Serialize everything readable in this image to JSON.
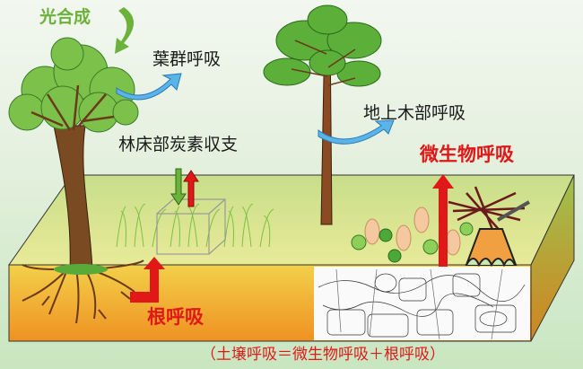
{
  "labels": {
    "photosynthesis": "光合成",
    "canopy_respiration": "葉群呼吸",
    "floor_carbon_balance": "林床部炭素収支",
    "stem_respiration": "地上木部呼吸",
    "microbial_respiration": "微生物呼吸",
    "root_respiration": "根呼吸",
    "soil_equation": "（土壌呼吸＝微生物呼吸＋根呼吸）"
  },
  "colors": {
    "photosynthesis_arrow": "#6cb23a",
    "respiration_arrow": "#5ab4e8",
    "efflux_arrow": "#e01818",
    "ground_top": "#d8e89a",
    "soil_front_top": "#f0c040",
    "soil_front_bottom": "#f09020",
    "background": "#dcefd6"
  }
}
